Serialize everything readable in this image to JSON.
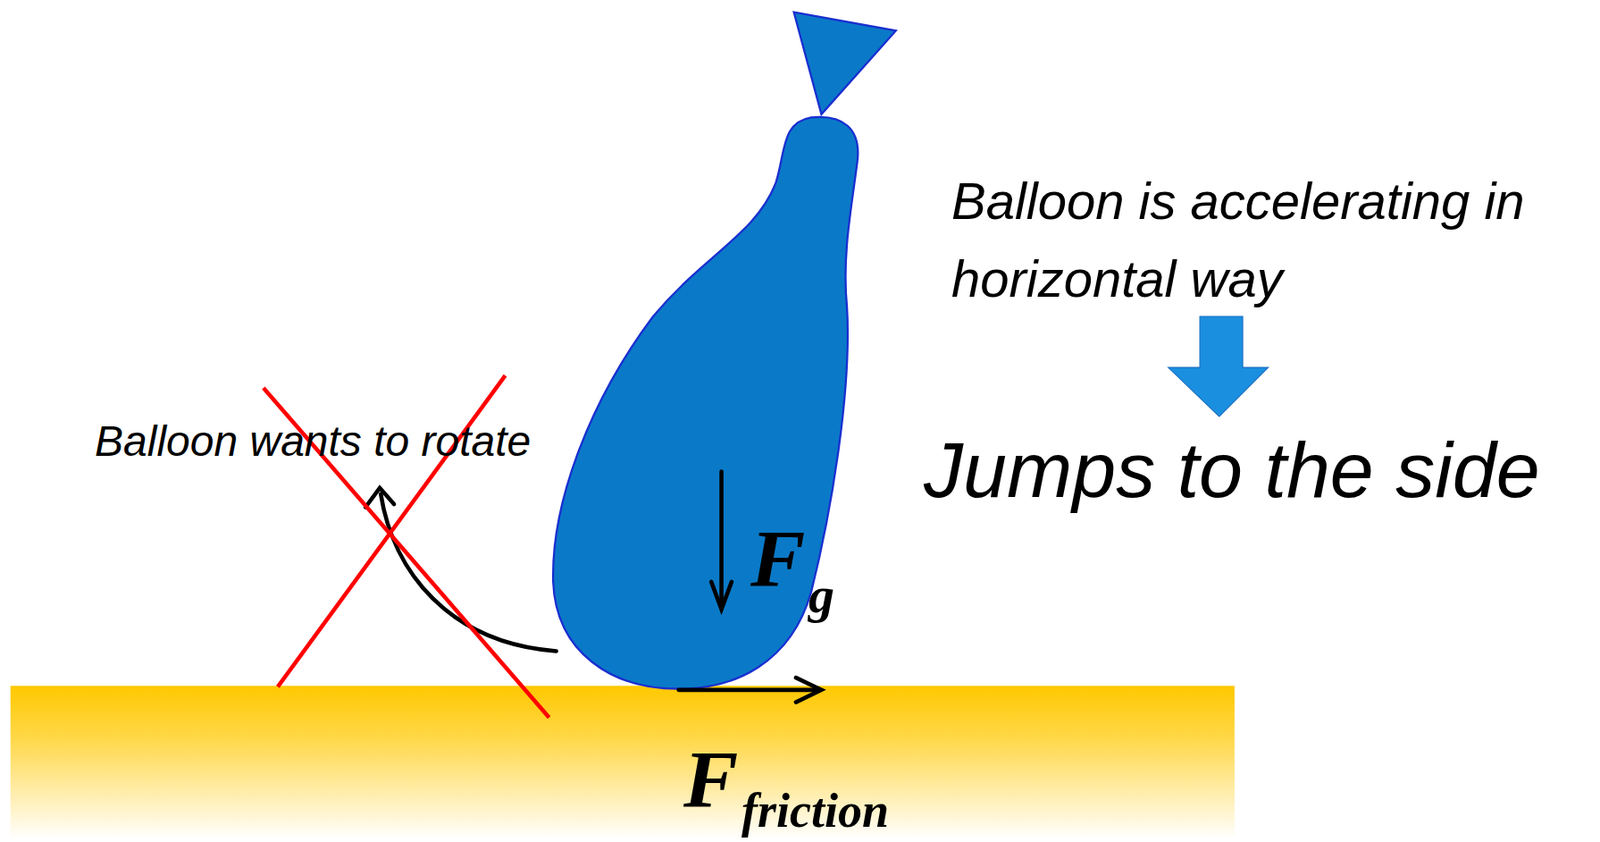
{
  "diagram": {
    "labels": [
      "Balloon wants to rotate",
      "Balloon is accelerating in horizontal way",
      "Jumps to the side",
      "F",
      "g",
      "F",
      "friction"
    ]
  }
}
